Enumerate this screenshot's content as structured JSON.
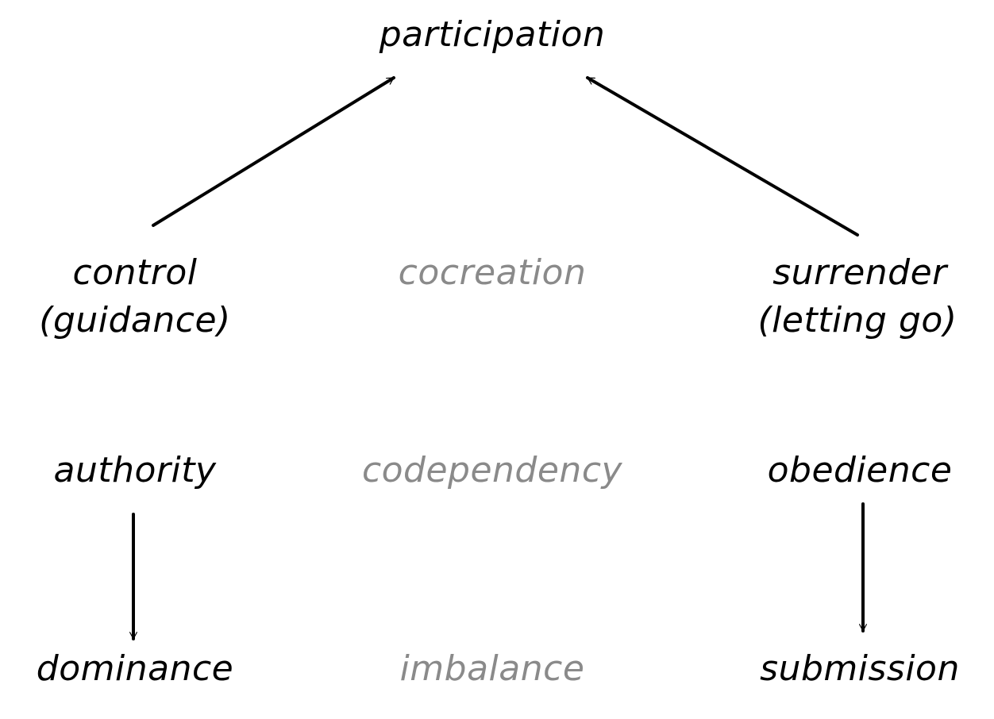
{
  "colors": {
    "primary": "#000000",
    "muted": "#8a8a8a",
    "background": "#ffffff"
  },
  "nodes": {
    "participation": "participation",
    "control": "control",
    "guidance": "(guidance)",
    "cocreation": "cocreation",
    "surrender": "surrender",
    "letting_go": "(letting go)",
    "authority": "authority",
    "codependency": "codependency",
    "obedience": "obedience",
    "dominance": "dominance",
    "imbalance": "imbalance",
    "submission": "submission"
  }
}
